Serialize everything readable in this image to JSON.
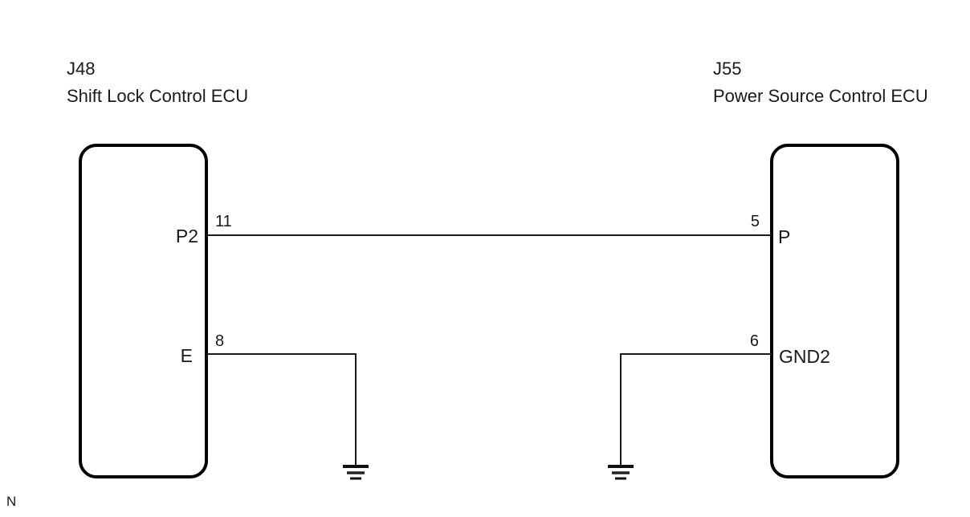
{
  "diagram": {
    "kind": "wiring-diagram",
    "footnote": "N",
    "colors": {
      "background": "#ffffff",
      "box_stroke": "#000000",
      "wire": "#1a1a1a",
      "text": "#1a1a1a"
    },
    "components": [
      {
        "code": "J48",
        "name": "Shift Lock Control ECU",
        "pins": [
          {
            "terminal": "P2",
            "number": "11"
          },
          {
            "terminal": "E",
            "number": "8"
          }
        ]
      },
      {
        "code": "J55",
        "name": "Power Source Control ECU",
        "pins": [
          {
            "terminal": "P",
            "number": "5"
          },
          {
            "terminal": "GND2",
            "number": "6"
          }
        ]
      }
    ],
    "connections": [
      {
        "from": "J48 terminal P2 (pin 11)",
        "to": "J55 terminal P (pin 5)",
        "type": "wire"
      },
      {
        "from": "J48 terminal E (pin 8)",
        "to": "ground",
        "type": "ground"
      },
      {
        "from": "J55 terminal GND2 (pin 6)",
        "to": "ground",
        "type": "ground"
      }
    ]
  }
}
